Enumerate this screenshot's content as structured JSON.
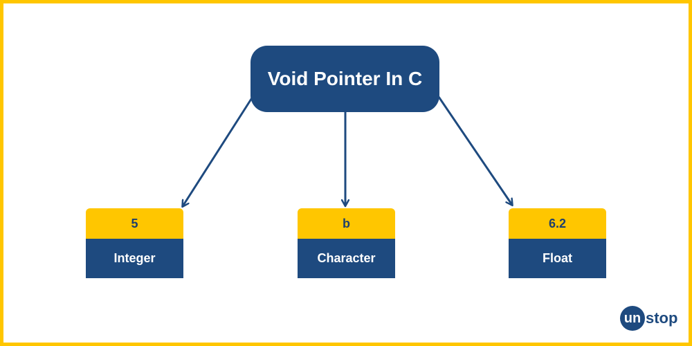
{
  "diagram": {
    "root": {
      "label": "Void Pointer In C"
    },
    "children": [
      {
        "value": "5",
        "type": "Integer"
      },
      {
        "value": "b",
        "type": "Character"
      },
      {
        "value": "6.2",
        "type": "Float"
      }
    ]
  },
  "logo": {
    "circle_text": "un",
    "rest_text": "stop"
  },
  "colors": {
    "navy": "#1e4a7f",
    "yellow": "#ffc600",
    "border": "#ffc600",
    "background": "#ffffff"
  }
}
